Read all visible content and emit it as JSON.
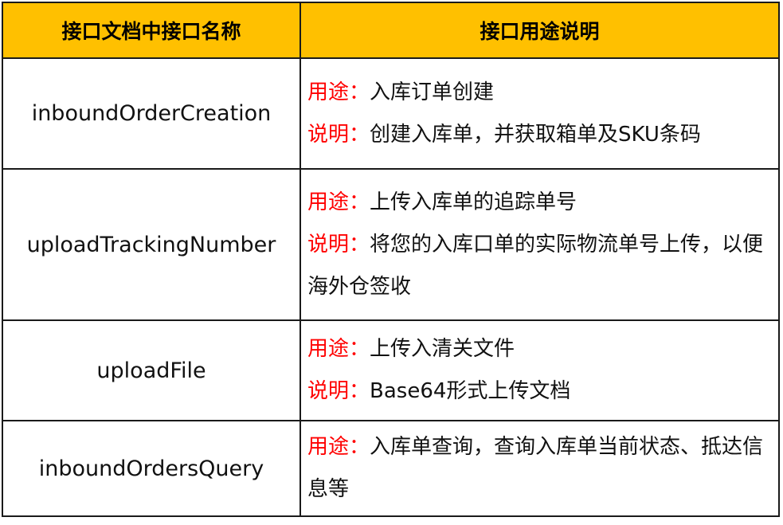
{
  "table": {
    "header": {
      "col_name": "接口文档中接口名称",
      "col_desc": "接口用途说明"
    },
    "label_color": "#ff0000",
    "header_color": "#ffc000",
    "rows": [
      {
        "name": "inboundOrderCreation",
        "purpose_label": "用途：",
        "purpose": "入库订单创建",
        "note_label": "说明：",
        "note": "创建入库单，并获取箱单及SKU条码"
      },
      {
        "name": "uploadTrackingNumber",
        "purpose_label": "用途：",
        "purpose": "上传入库单的追踪单号",
        "note_label": "说明：",
        "note": "将您的入库口单的实际物流单号上传，以便海外仓签收"
      },
      {
        "name": "uploadFile",
        "purpose_label": "用途：",
        "purpose": "上传入清关文件",
        "note_label": "说明：",
        "note": "Base64形式上传文档"
      },
      {
        "name": "inboundOrdersQuery",
        "purpose_label": "用途：",
        "purpose": "入库单查询，查询入库单当前状态、抵达信息等"
      }
    ]
  }
}
